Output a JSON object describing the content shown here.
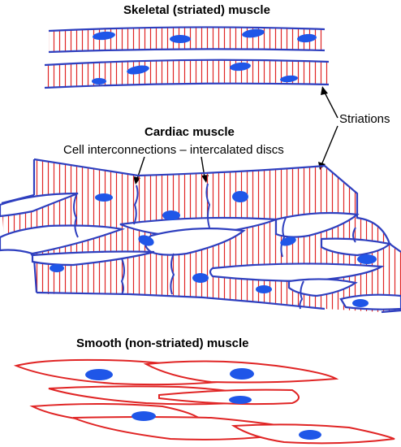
{
  "titles": {
    "skeletal": "Skeletal (striated) muscle",
    "cardiac": "Cardiac muscle",
    "smooth": "Smooth (non-striated) muscle"
  },
  "labels": {
    "striations": "Striations",
    "intercalated": "Cell interconnections – intercalated discs"
  },
  "colors": {
    "outline": "#2e3fbf",
    "striation": "#e02424",
    "nucleus": "#1f56e8"
  }
}
